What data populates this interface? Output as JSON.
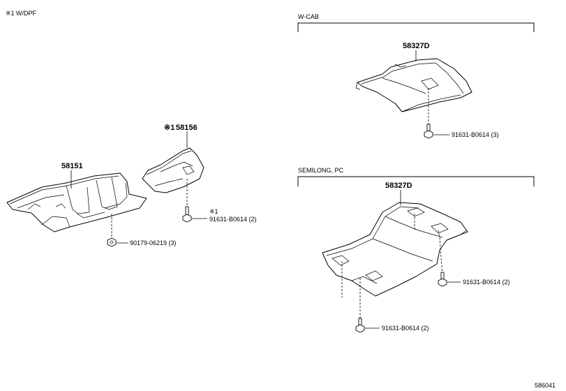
{
  "header_note": "※1 W/DPF",
  "figure_id": "586041",
  "groups": {
    "wcab": "W-CAB",
    "semilong": "SEMILONG, PC"
  },
  "parts": {
    "p58151": "58151",
    "p58156_mark": "※1",
    "p58156": "58156",
    "p58327d_top": "58327D",
    "p58327d_bottom": "58327D"
  },
  "fasteners": {
    "f_90179": "90179-06219 (3)",
    "f_91631_left_mark": "※1",
    "f_91631_left": "91631-B0614 (2)",
    "f_91631_wcab": "91631-B0614 (3)",
    "f_91631_semi_right": "91631-B0614 (2)",
    "f_91631_semi_bottom": "91631-B0614 (2)"
  }
}
